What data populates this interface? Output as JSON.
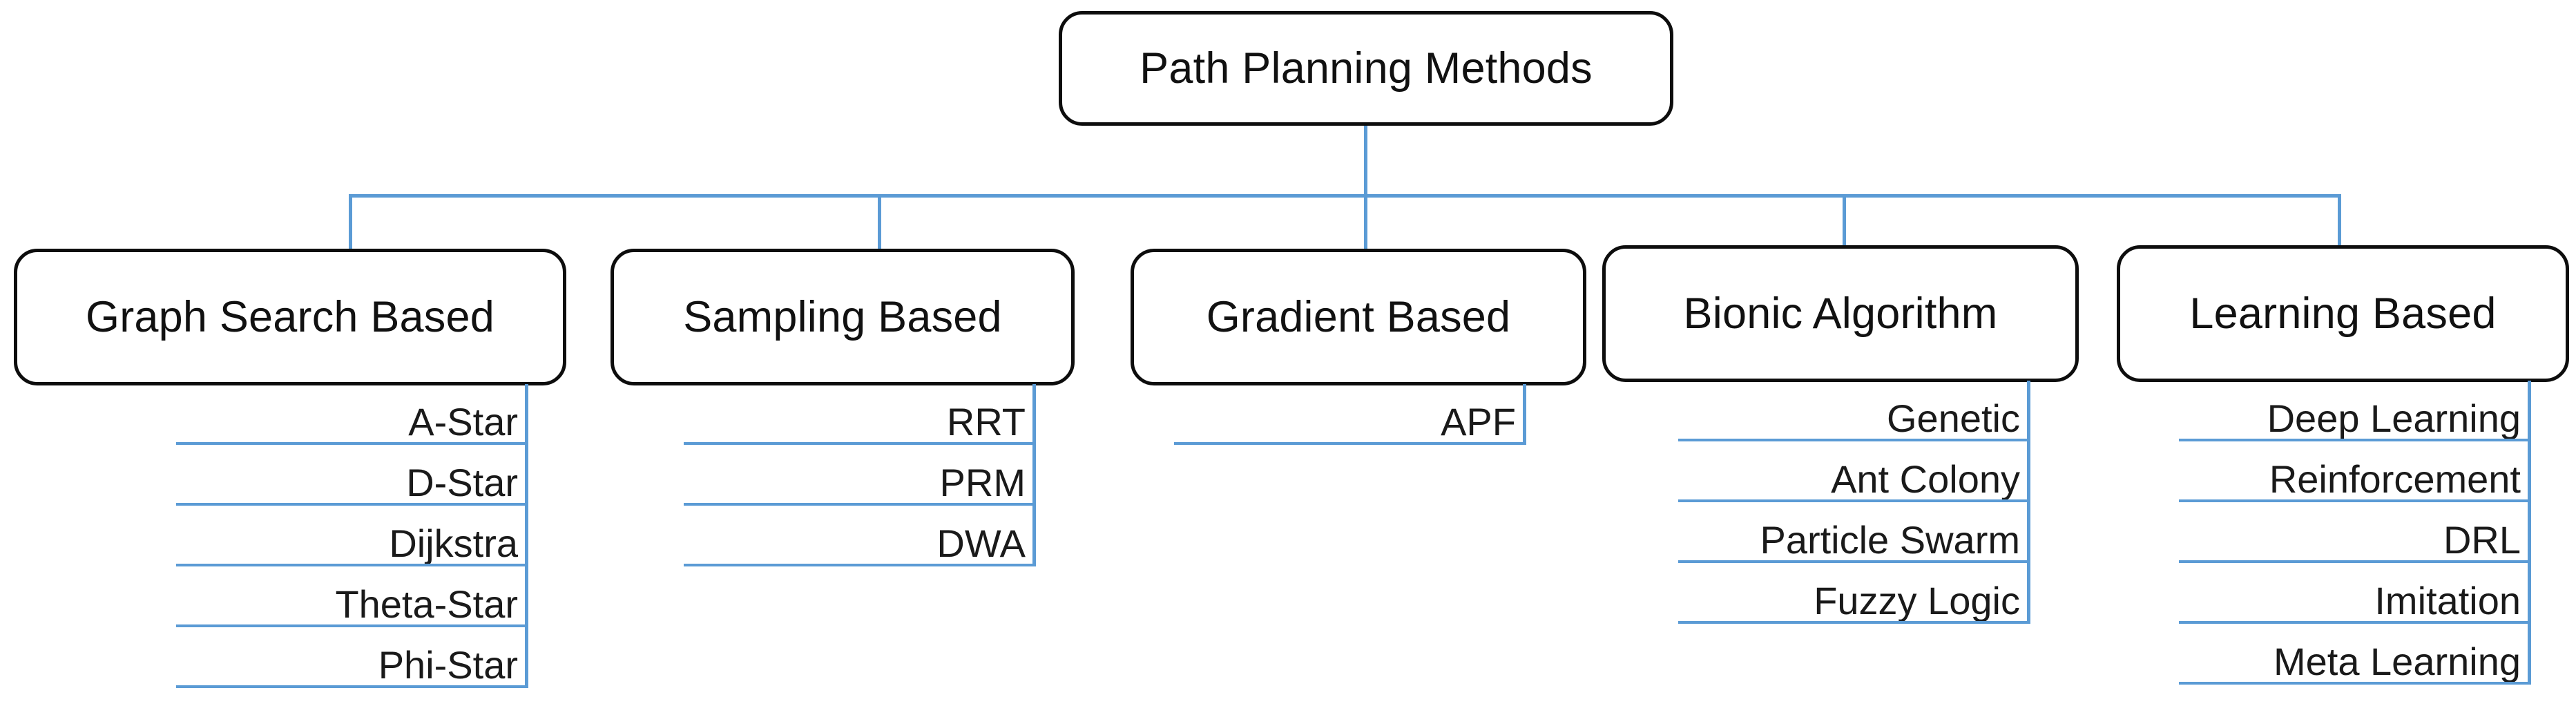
{
  "diagram": {
    "root": {
      "label": "Path Planning Methods"
    },
    "categories": [
      {
        "label": "Graph Search Based",
        "children": [
          {
            "label": "A-Star"
          },
          {
            "label": "D-Star"
          },
          {
            "label": "Dijkstra"
          },
          {
            "label": "Theta-Star"
          },
          {
            "label": "Phi-Star"
          }
        ]
      },
      {
        "label": "Sampling Based",
        "children": [
          {
            "label": "RRT"
          },
          {
            "label": "PRM"
          },
          {
            "label": "DWA"
          }
        ]
      },
      {
        "label": "Gradient Based",
        "children": [
          {
            "label": "APF"
          }
        ]
      },
      {
        "label": "Bionic Algorithm",
        "children": [
          {
            "label": "Genetic"
          },
          {
            "label": "Ant Colony"
          },
          {
            "label": "Particle Swarm"
          },
          {
            "label": "Fuzzy Logic"
          }
        ]
      },
      {
        "label": "Learning Based",
        "children": [
          {
            "label": "Deep Learning"
          },
          {
            "label": "Reinforcement"
          },
          {
            "label": "DRL"
          },
          {
            "label": "Imitation"
          },
          {
            "label": "Meta Learning"
          }
        ]
      }
    ],
    "colors": {
      "connector": "#5b9bd5",
      "node_border": "#0d0d0d",
      "node_fill": "#ffffff",
      "text": "#111111",
      "background": "#ffffff"
    }
  }
}
